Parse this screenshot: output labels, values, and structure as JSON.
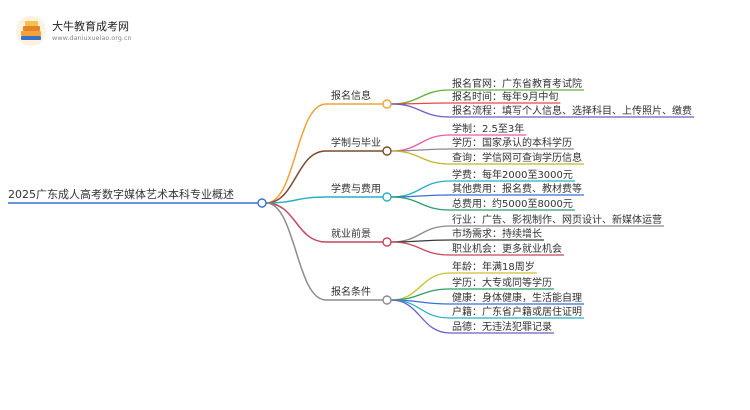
{
  "brand": {
    "name": "大牛教育成考网",
    "url": "www.daniuxueiao.org.cn",
    "icon": "book-stack-icon"
  },
  "root": {
    "label": "2025广东成人高考数字媒体艺术本科专业概述"
  },
  "branches": [
    {
      "label": "报名信息",
      "color": "#f0a23a",
      "children": [
        {
          "label": "报名官网：广东省教育考试院",
          "color": "#64b23a"
        },
        {
          "label": "报名时间：每年9月中旬",
          "color": "#e7473c"
        },
        {
          "label": "报名流程：填写个人信息、选择科目、上传照片、缴费",
          "color": "#6b5fc4"
        }
      ]
    },
    {
      "label": "学制与毕业",
      "color": "#7a4a2c",
      "children": [
        {
          "label": "学制：2.5至3年",
          "color": "#e95b9f"
        },
        {
          "label": "学历：国家承认的本科学历",
          "color": "#8a8a8a"
        },
        {
          "label": "查询：学信网可查询学历信息",
          "color": "#c2b52a"
        }
      ]
    },
    {
      "label": "学费与费用",
      "color": "#25b0c4",
      "children": [
        {
          "label": "学费：每年2000至3000元",
          "color": "#25b0c4"
        },
        {
          "label": "其他费用：报名费、教材费等",
          "color": "#3b6fd4"
        },
        {
          "label": "总费用：约5000至8000元",
          "color": "#2e9c6a"
        }
      ]
    },
    {
      "label": "就业前景",
      "color": "#c2495e",
      "children": [
        {
          "label": "行业：广告、影视制作、网页设计、新媒体运营",
          "color": "#8a8a8a"
        },
        {
          "label": "市场需求：持续增长",
          "color": "#3a3a3a"
        },
        {
          "label": "职业机会：更多就业机会",
          "color": "#c2495e"
        }
      ]
    },
    {
      "label": "报名条件",
      "color": "#8c8c8c",
      "children": [
        {
          "label": "年龄：年满18周岁",
          "color": "#c9c02a"
        },
        {
          "label": "学历：大专或同等学历",
          "color": "#2e9c6a"
        },
        {
          "label": "健康：身体健康，生活能自理",
          "color": "#3b6fd4"
        },
        {
          "label": "户籍：广东省户籍或居住证明",
          "color": "#25b0c4"
        },
        {
          "label": "品德：无违法犯罪记录",
          "color": "#6b5fc4"
        }
      ]
    }
  ]
}
